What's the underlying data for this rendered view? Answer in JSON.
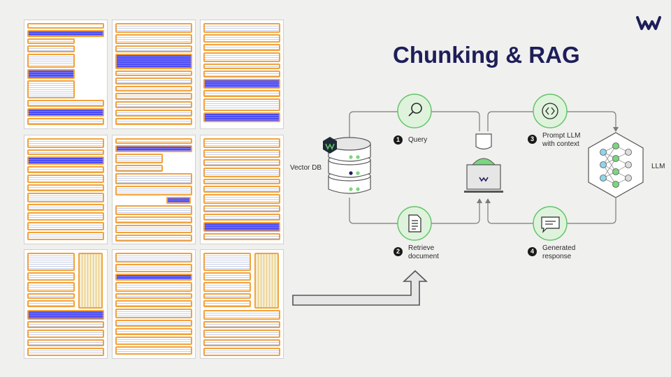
{
  "slide": {
    "title": "Chunking & RAG"
  },
  "steps": [
    {
      "number": "1",
      "label": "Query"
    },
    {
      "number": "2",
      "label_line1": "Retrieve",
      "label_line2": "document"
    },
    {
      "number": "3",
      "label_line1": "Prompt LLM",
      "label_line2": "with context"
    },
    {
      "number": "4",
      "label_line1": "Generated",
      "label_line2": "response"
    }
  ],
  "components": {
    "vector_db": "Vector DB",
    "llm": "LLM"
  },
  "colors": {
    "title": "#1e1e5a",
    "green_circle": "#dff3dc",
    "green_border": "#62c46a",
    "highlight_blue": "#4b4bf5",
    "chunk_orange": "#f2a23c",
    "db_outline": "#555555",
    "arrow_gray": "#8a8a8a"
  },
  "icons": {
    "query": "magnifier-icon",
    "retrieve": "document-icon",
    "prompt": "code-brackets-icon",
    "response": "chat-bubble-icon",
    "vector_db": "database-icon",
    "user": "laptop-user-icon",
    "llm": "neural-network-icon",
    "brand": "weaviate-logo-icon"
  },
  "document_pages": {
    "count": 9,
    "description_layout": "3x3 grid of chunked document pages"
  }
}
